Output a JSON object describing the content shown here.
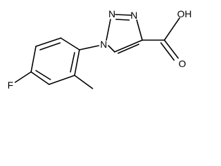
{
  "molecule": {
    "atoms": {
      "n1": "N",
      "n2": "N",
      "n3": "N",
      "oh": "OH",
      "o_carbonyl": "O",
      "f": "F"
    }
  },
  "colors": {
    "ink": "#000000",
    "background": "#ffffff"
  }
}
